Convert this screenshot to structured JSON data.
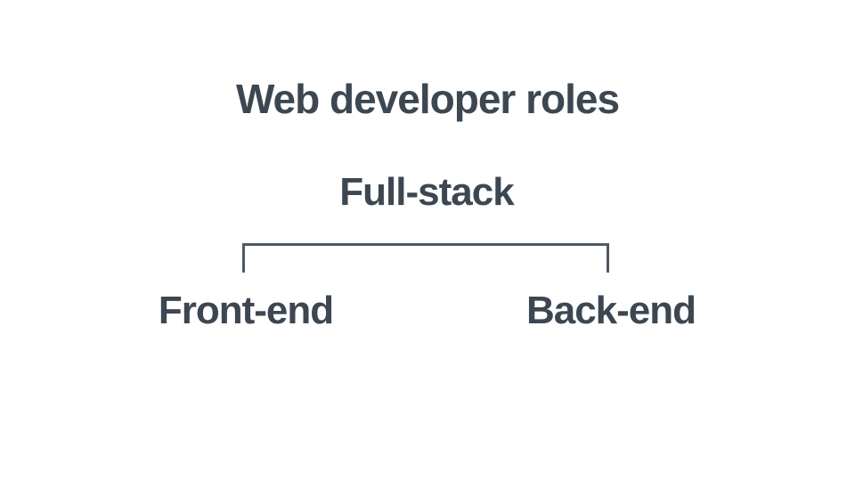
{
  "diagram": {
    "title": "Web developer roles",
    "parent": "Full-stack",
    "children": [
      "Front-end",
      "Back-end"
    ],
    "colors": {
      "background": "#ffffff",
      "text": "#3d4751",
      "bracket": "#4d5963"
    }
  }
}
